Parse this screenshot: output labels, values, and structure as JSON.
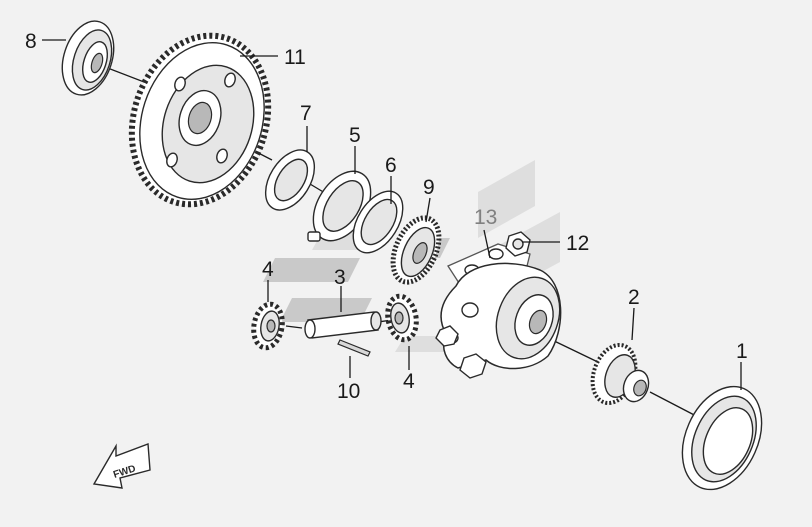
{
  "callouts": [
    {
      "id": "1",
      "text": "1"
    },
    {
      "id": "2",
      "text": "2"
    },
    {
      "id": "3",
      "text": "3"
    },
    {
      "id": "4a",
      "text": "4"
    },
    {
      "id": "4b",
      "text": "4"
    },
    {
      "id": "5",
      "text": "5"
    },
    {
      "id": "6",
      "text": "6"
    },
    {
      "id": "7",
      "text": "7"
    },
    {
      "id": "8",
      "text": "8"
    },
    {
      "id": "9",
      "text": "9"
    },
    {
      "id": "10",
      "text": "10"
    },
    {
      "id": "11",
      "text": "11"
    },
    {
      "id": "12",
      "text": "12"
    },
    {
      "id": "13",
      "text": "13"
    }
  ],
  "direction_label": "FWD",
  "colors": {
    "line": "#2a2a2a",
    "watermark": "#c9c9c9",
    "label_grey": "#808080",
    "background": "#f2f2f2"
  }
}
